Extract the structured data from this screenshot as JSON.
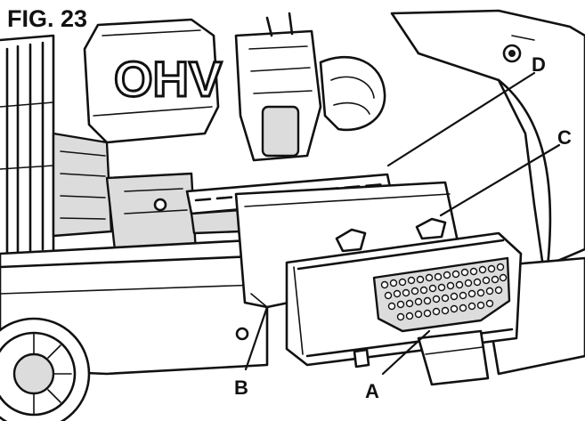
{
  "figure": {
    "title": "FIG. 23",
    "engine_marking": "OHV"
  },
  "callouts": [
    {
      "id": "A",
      "label": "A"
    },
    {
      "id": "B",
      "label": "B"
    },
    {
      "id": "C",
      "label": "C"
    },
    {
      "id": "D",
      "label": "D"
    }
  ],
  "colors": {
    "ink": "#111111",
    "paper": "#ffffff",
    "shade": "#dcdcdc"
  }
}
